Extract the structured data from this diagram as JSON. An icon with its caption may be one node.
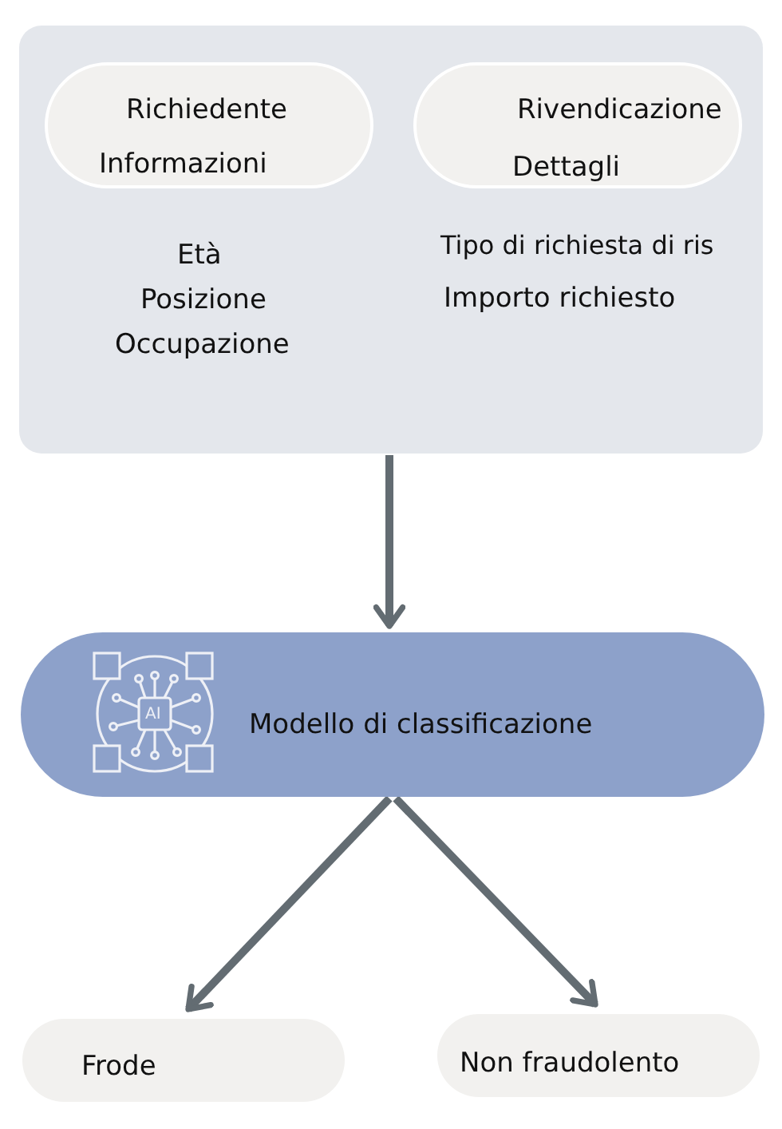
{
  "diagram": {
    "nodes": [
      {
        "text": [],
        "shape": "box"
      },
      {
        "text": [
          "Richiedente",
          "Informazioni"
        ],
        "in": 0
      },
      {
        "text": [
          "Rivendicazione",
          "Dettagli"
        ],
        "in": 0
      },
      {
        "text": [
          "Modello di classificazione"
        ]
      },
      {
        "text": [
          "Frode"
        ]
      },
      {
        "text": [
          "Non fraudolento"
        ]
      }
    ],
    "edges": [
      {
        "from": 0,
        "to": 3,
        "arrow": "to"
      },
      {
        "from": 3,
        "to": 4,
        "arrow": "to"
      },
      {
        "from": 3,
        "to": 5,
        "arrow": "to"
      }
    ],
    "labels": [
      "Età",
      "Posizione",
      "Occupazione",
      "Tipo di richiesta di ris",
      "Importo richiesto",
      "AI"
    ]
  }
}
